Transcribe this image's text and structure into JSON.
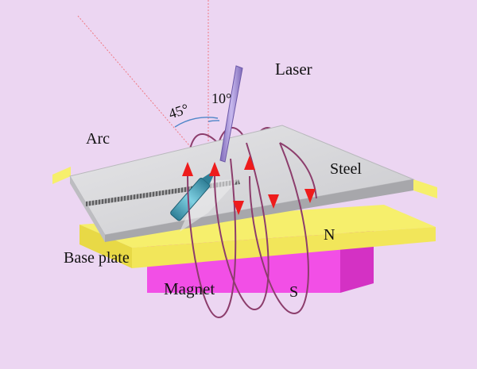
{
  "labels": {
    "laser": "Laser",
    "arc": "Arc",
    "angle_arc": "45°",
    "angle_laser": "10°",
    "steel": "Steel",
    "base_plate": "Base plate",
    "magnet": "Magnet",
    "north": "N",
    "south": "S"
  },
  "colors": {
    "background": "#ecd6f2",
    "beam_line": "#f07a84",
    "arc_torch": "#5ab2c8",
    "laser_head": "#a690d4",
    "steel": "#d9d9dc",
    "base_plate": "#f6ef6c",
    "magnet": "#f24fe6",
    "field_line": "#8c3d6c",
    "arrow": "#ee1c1c",
    "angle_mark": "#4f86c8"
  }
}
